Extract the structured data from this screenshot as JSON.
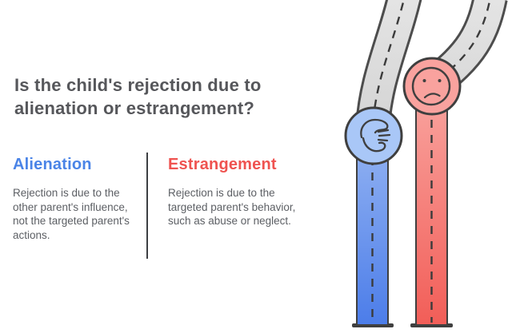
{
  "title": "Is the child's rejection due to alienation or estrangement?",
  "columns": {
    "left": {
      "heading": "Alienation",
      "body": "Rejection is due to the other parent's influence, not the targeted parent's actions.",
      "accent_color": "#4a84e7"
    },
    "right": {
      "heading": "Estrangement",
      "body": "Rejection is due to the targeted parent's behavior, such as abuse or neglect.",
      "accent_color": "#ef5350"
    }
  },
  "diagram": {
    "type": "two diverging roads infographic",
    "left_path": {
      "icon": "whisper-hand-icon",
      "circle_fill": "#a9c7f7",
      "road_gradient_top": "#93b3f2",
      "road_gradient_bottom": "#4c7de9"
    },
    "right_path": {
      "icon": "sad-face-icon",
      "circle_fill": "#f9a29e",
      "road_gradient_top": "#f9a5a0",
      "road_gradient_bottom": "#f25e58"
    },
    "gray_road_fill": "#dbdbdb",
    "outline_color": "#3f3f3f",
    "dash_color": "#3b3b3b"
  }
}
